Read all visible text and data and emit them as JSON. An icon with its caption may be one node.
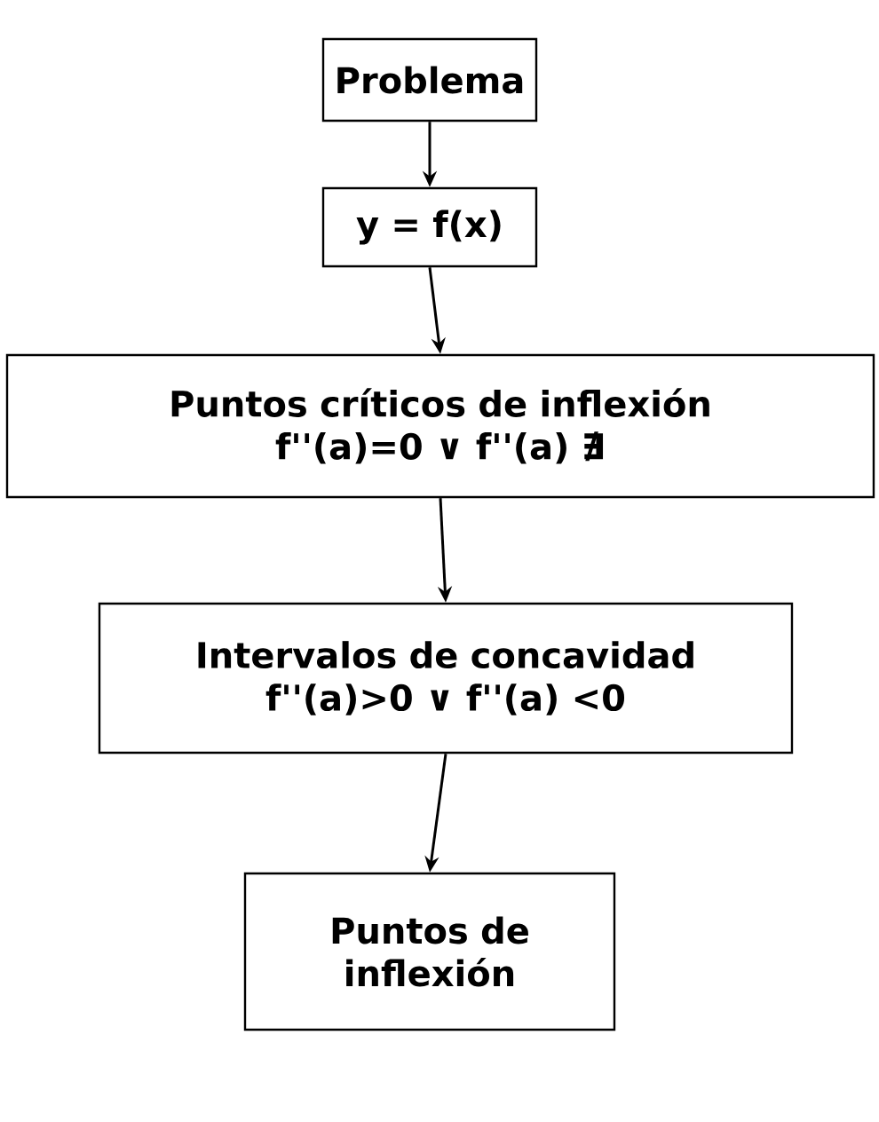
{
  "diagram": {
    "nodes": [
      {
        "text": [
          "Problema"
        ]
      },
      {
        "text": [
          "y = f(x)"
        ]
      },
      {
        "text": [
          "Puntos críticos de inflexión",
          "f''(a)=0 ∨ f''(a) ∄"
        ]
      },
      {
        "text": [
          "Intervalos de concavidad",
          "f''(a)>0 ∨ f''(a) <0"
        ]
      },
      {
        "text": [
          "Puntos de inflexión"
        ]
      }
    ],
    "edges": [
      {
        "from": 0,
        "to": 1,
        "arrow": "to"
      },
      {
        "from": 1,
        "to": 2,
        "arrow": "to"
      },
      {
        "from": 2,
        "to": 3,
        "arrow": "to"
      },
      {
        "from": 3,
        "to": 4,
        "arrow": "to"
      }
    ]
  }
}
